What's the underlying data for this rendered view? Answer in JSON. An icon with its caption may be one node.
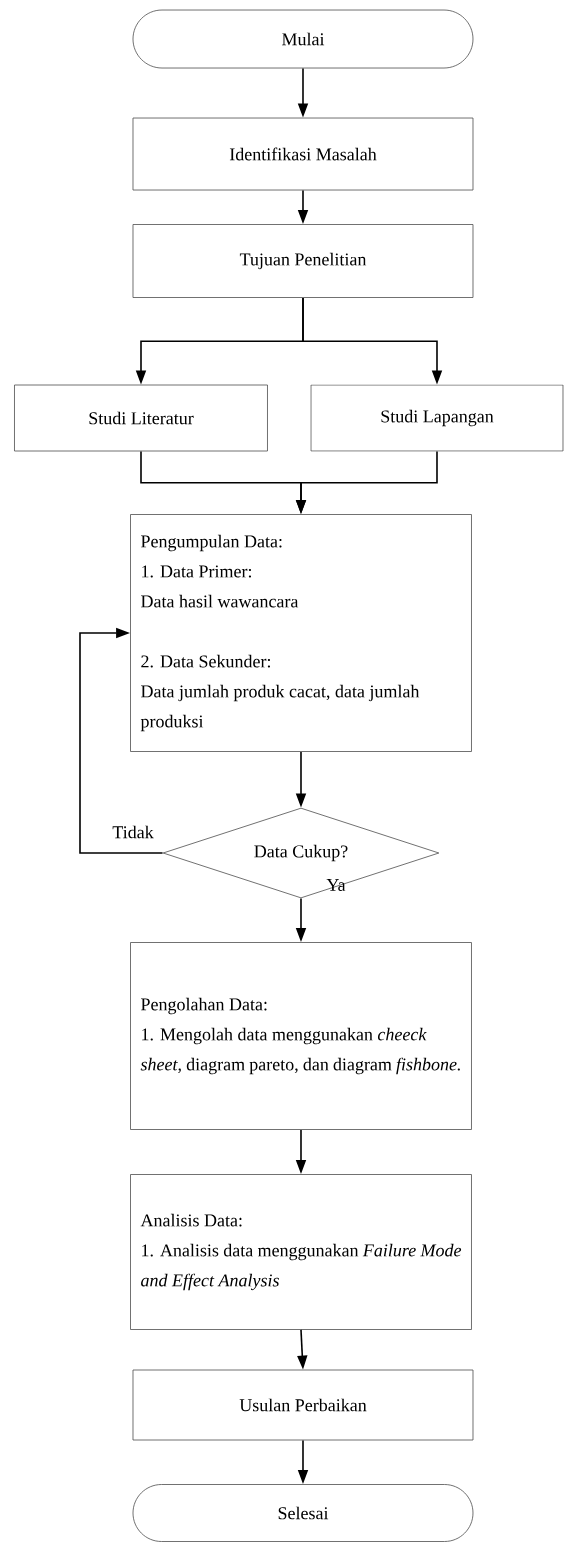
{
  "diagram": {
    "nodes": [
      {
        "text": [
          "Mulai"
        ]
      },
      {
        "text": [
          "Identifikasi Masalah"
        ]
      },
      {
        "text": [
          "Tujuan Penelitian"
        ]
      },
      {
        "text": [
          "Studi Literatur"
        ]
      },
      {
        "text": [
          "Studi Lapangan"
        ]
      },
      {
        "text": [
          "Pengumpulan Data:",
          "1. Data Primer:",
          "Data hasil wawancara",
          "2. Data Sekunder:",
          "Data jumlah produk cacat, data jumlah produksi"
        ]
      },
      {
        "text": [
          "Data Cukup?"
        ]
      },
      {
        "text": [
          "Pengolahan Data:",
          "1. Mengolah data menggunakan *cheeck sheet,* diagram pareto, dan diagram *fishbone.*"
        ]
      },
      {
        "text": [
          "Analisis Data:",
          "1. Analisis data menggunakan *Failure Mode and Effect Analysis*"
        ]
      },
      {
        "text": [
          "Usulan Perbaikan"
        ]
      },
      {
        "text": [
          "Selesai"
        ]
      }
    ],
    "edges": [
      {
        "from": 0,
        "to": 1,
        "arrow": "to"
      },
      {
        "from": 1,
        "to": 2,
        "arrow": "to"
      },
      {
        "from": 2,
        "to": 3,
        "arrow": "to"
      },
      {
        "from": 2,
        "to": 4,
        "arrow": "to"
      },
      {
        "from": 3,
        "to": 5,
        "arrow": "to"
      },
      {
        "from": 4,
        "to": 5,
        "arrow": "to"
      },
      {
        "from": 5,
        "to": 6,
        "arrow": "to"
      },
      {
        "from": 6,
        "to": 5,
        "arrow": "to",
        "label": "Tidak"
      },
      {
        "from": 6,
        "to": 7,
        "arrow": "to",
        "label": "Ya"
      },
      {
        "from": 7,
        "to": 8,
        "arrow": "to"
      },
      {
        "from": 8,
        "to": 9,
        "arrow": "to"
      },
      {
        "from": 9,
        "to": 10,
        "arrow": "to"
      }
    ]
  }
}
